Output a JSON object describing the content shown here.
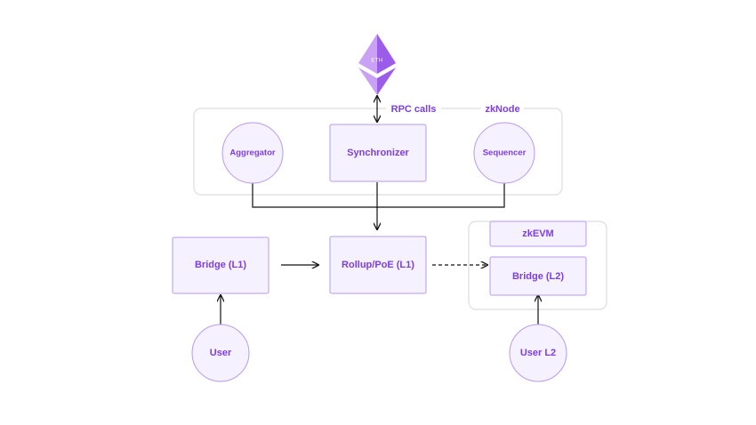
{
  "eth": {
    "label": "ETH"
  },
  "zknode": {
    "title": "zkNode",
    "rpc_label": "RPC calls",
    "aggregator": "Aggregator",
    "synchronizer": "Synchronizer",
    "sequencer": "Sequencer"
  },
  "l1": {
    "bridge": "Bridge (L1)",
    "rollup": "Rollup/PoE (L1)",
    "user": "User"
  },
  "l2": {
    "zkevm": "zkEVM",
    "bridge": "Bridge (L2)",
    "user": "User L2"
  },
  "colors": {
    "accent": "#7b3fe4",
    "node_fill": "#f6f1ff",
    "node_stroke": "#b79af0",
    "group_stroke": "#dddde2",
    "eth_light": "#b98cf2",
    "eth_dark": "#8a4be6"
  }
}
